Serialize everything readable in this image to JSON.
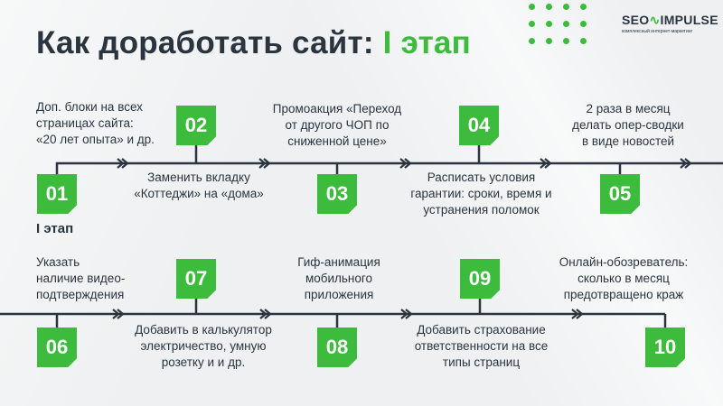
{
  "title": {
    "main": "Как доработать сайт:",
    "accent": "I этап"
  },
  "logo": {
    "brand_a": "SEO",
    "brand_b": "IMPULSE",
    "subtitle": "комплексный   интернет-маркетинг"
  },
  "stage_label": "I этап",
  "colors": {
    "accent": "#3dbb3d",
    "text": "#2b3540"
  },
  "steps": [
    {
      "num": "01",
      "text": "Доп. блоки на всех\nстраницах сайта:\n«20 лет опыта» и др."
    },
    {
      "num": "02",
      "text": "Заменить вкладку\n«Коттеджи» на «дома»"
    },
    {
      "num": "03",
      "text": "Промоакция «Переход\nот другого ЧОП по\nсниженной цене»"
    },
    {
      "num": "04",
      "text": "Расписать условия\nгарантии: сроки, время и\nустранения поломок"
    },
    {
      "num": "05",
      "text": "2 раза в месяц\nделать опер-сводки\nв виде новостей"
    },
    {
      "num": "06",
      "text": "Указать\nналичие видео-\nподтверждения"
    },
    {
      "num": "07",
      "text": "Добавить в калькулятор\nэлектричество, умную\nрозетку и и др."
    },
    {
      "num": "08",
      "text": "Гиф-анимация\nмобильного\nприложения"
    },
    {
      "num": "09",
      "text": "Добавить страхование\nответственности на все\nтипы страниц"
    },
    {
      "num": "10",
      "text": "Онлайн-обозреватель:\nсколько в месяц\nпредотвращено краж"
    }
  ]
}
